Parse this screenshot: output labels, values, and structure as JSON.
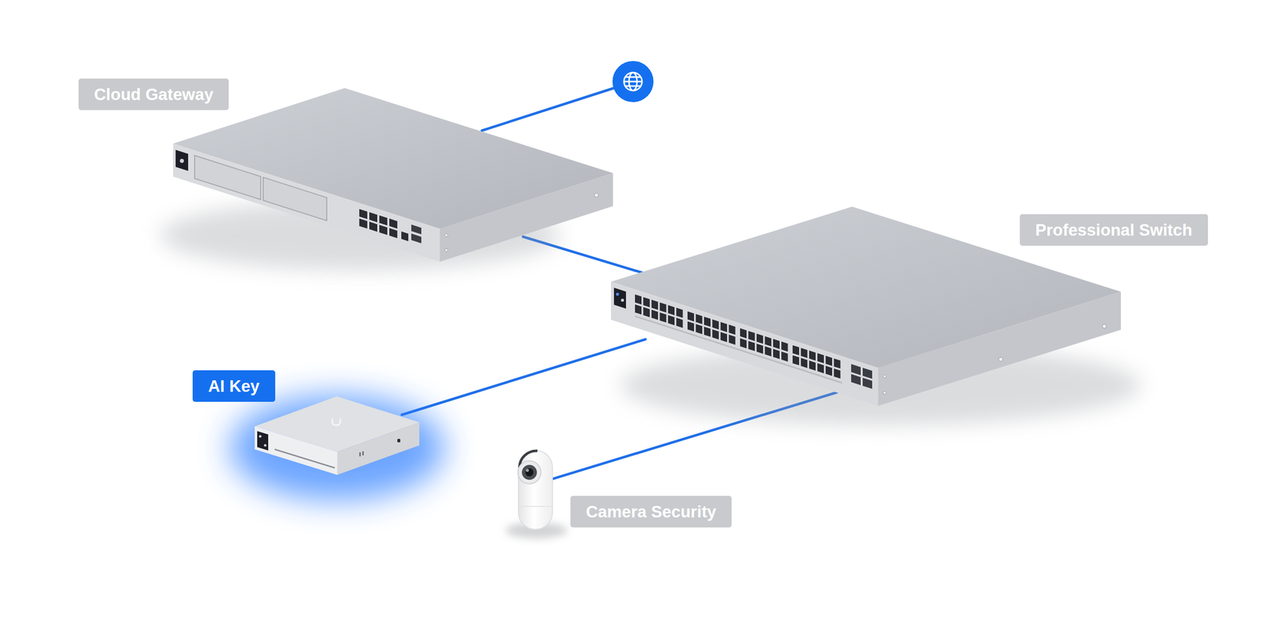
{
  "diagram": {
    "nodes": [
      {
        "text": [
          "Cloud Gateway"
        ]
      },
      {
        "text": [
          "Professional Switch"
        ]
      },
      {
        "text": [
          "AI Key"
        ]
      },
      {
        "text": [
          "Camera Security"
        ]
      }
    ],
    "edges": [
      {
        "from": 0,
        "to": 1,
        "arrow": "none"
      },
      {
        "from": 1,
        "to": 2,
        "arrow": "none"
      },
      {
        "from": 1,
        "to": 3,
        "arrow": "none"
      }
    ]
  }
}
